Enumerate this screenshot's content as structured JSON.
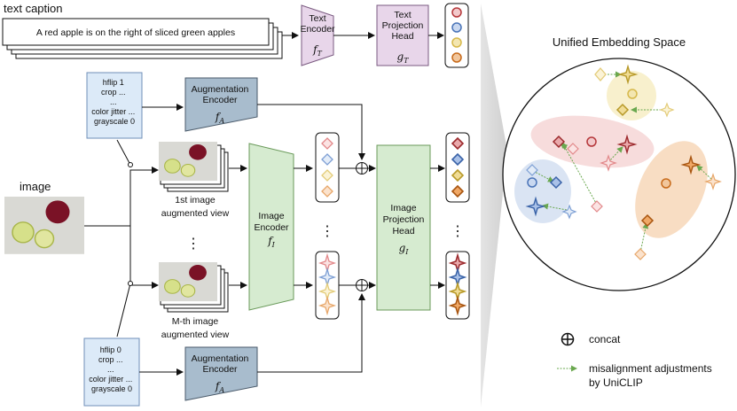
{
  "labels": {
    "text_caption_heading": "text caption",
    "caption": "A red apple is on the right of sliced green apples",
    "text_encoder": "Text Encoder",
    "text_encoder_sym": "f",
    "text_encoder_sub": "T",
    "text_proj": [
      "Text",
      "Projection",
      "Head"
    ],
    "text_proj_sym": "g",
    "text_proj_sub": "T",
    "image_heading": "image",
    "aug_params_top": [
      "hflip 1",
      "crop ...",
      "...",
      "color jitter ...",
      "grayscale 0"
    ],
    "aug_params_bottom": [
      "hflip 0",
      "crop ...",
      "...",
      "color jitter ...",
      "grayscale 0"
    ],
    "aug_encoder": [
      "Augmentation",
      "Encoder"
    ],
    "aug_sym": "f",
    "aug_sub": "A",
    "view1": [
      "1st image",
      "augmented view"
    ],
    "viewM": [
      "M-th image",
      "augmented view"
    ],
    "image_encoder": [
      "Image",
      "Encoder"
    ],
    "image_encoder_sym": "f",
    "image_encoder_sub": "I",
    "image_proj": [
      "Image",
      "Projection",
      "Head"
    ],
    "image_proj_sym": "g",
    "image_proj_sub": "I",
    "vdots": "⋮",
    "embedding_space_title": "Unified Embedding Space",
    "legend_concat": "concat",
    "legend_misalign": [
      "misalignment adjustments",
      "by UniCLIP"
    ]
  },
  "colors": {
    "red": "#b5373a",
    "blue": "#4a74b8",
    "yellow": "#d6b84a",
    "orange": "#c76a1a",
    "text_enc_fill": "#e8d6ea",
    "aug_enc_fill": "#a8bccd",
    "img_enc_fill": "#d6ebd0",
    "aug_box_fill": "#dceaf8",
    "arrow_green": "#6aa84f"
  },
  "icons": [
    "concat-icon",
    "circle-marker",
    "diamond-marker",
    "star-marker",
    "apple-photo"
  ]
}
